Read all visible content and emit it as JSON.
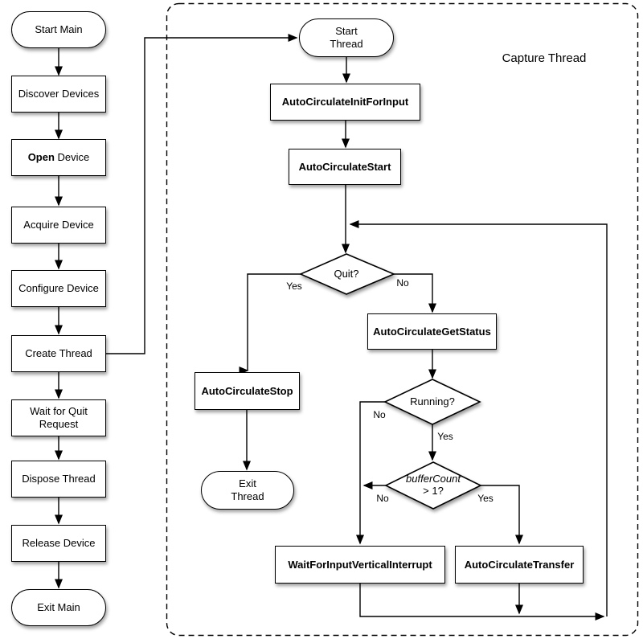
{
  "region_label": "Capture Thread",
  "main_flow": {
    "start": "Start Main",
    "discover": "Discover Devices",
    "open_bold": "Open",
    "open_rest": "Device",
    "acquire": "Acquire Device",
    "configure": "Configure Device",
    "create": "Create Thread",
    "wait_quit": "Wait for Quit\nRequest",
    "dispose": "Dispose Thread",
    "release": "Release Device",
    "exit": "Exit Main"
  },
  "capture_flow": {
    "start_thread": "Start\nThread",
    "init": "AutoCirculateInitForInput",
    "start_call": "AutoCirculateStart",
    "quit": "Quit?",
    "get_status": "AutoCirculateGetStatus",
    "running": "Running?",
    "buffer_italic": "bufferCount",
    "buffer_rest": "> 1?",
    "stop": "AutoCirculateStop",
    "exit_thread": "Exit\nThread",
    "wait_interrupt": "WaitForInputVerticalInterrupt",
    "transfer": "AutoCirculateTransfer"
  },
  "branch_labels": {
    "quit_yes": "Yes",
    "quit_no": "No",
    "running_no": "No",
    "running_yes": "Yes",
    "buffer_no": "No",
    "buffer_yes": "Yes"
  },
  "colors": {
    "stroke": "#000000",
    "fill": "#ffffff",
    "shadow": "rgba(0,0,0,0.38)"
  }
}
